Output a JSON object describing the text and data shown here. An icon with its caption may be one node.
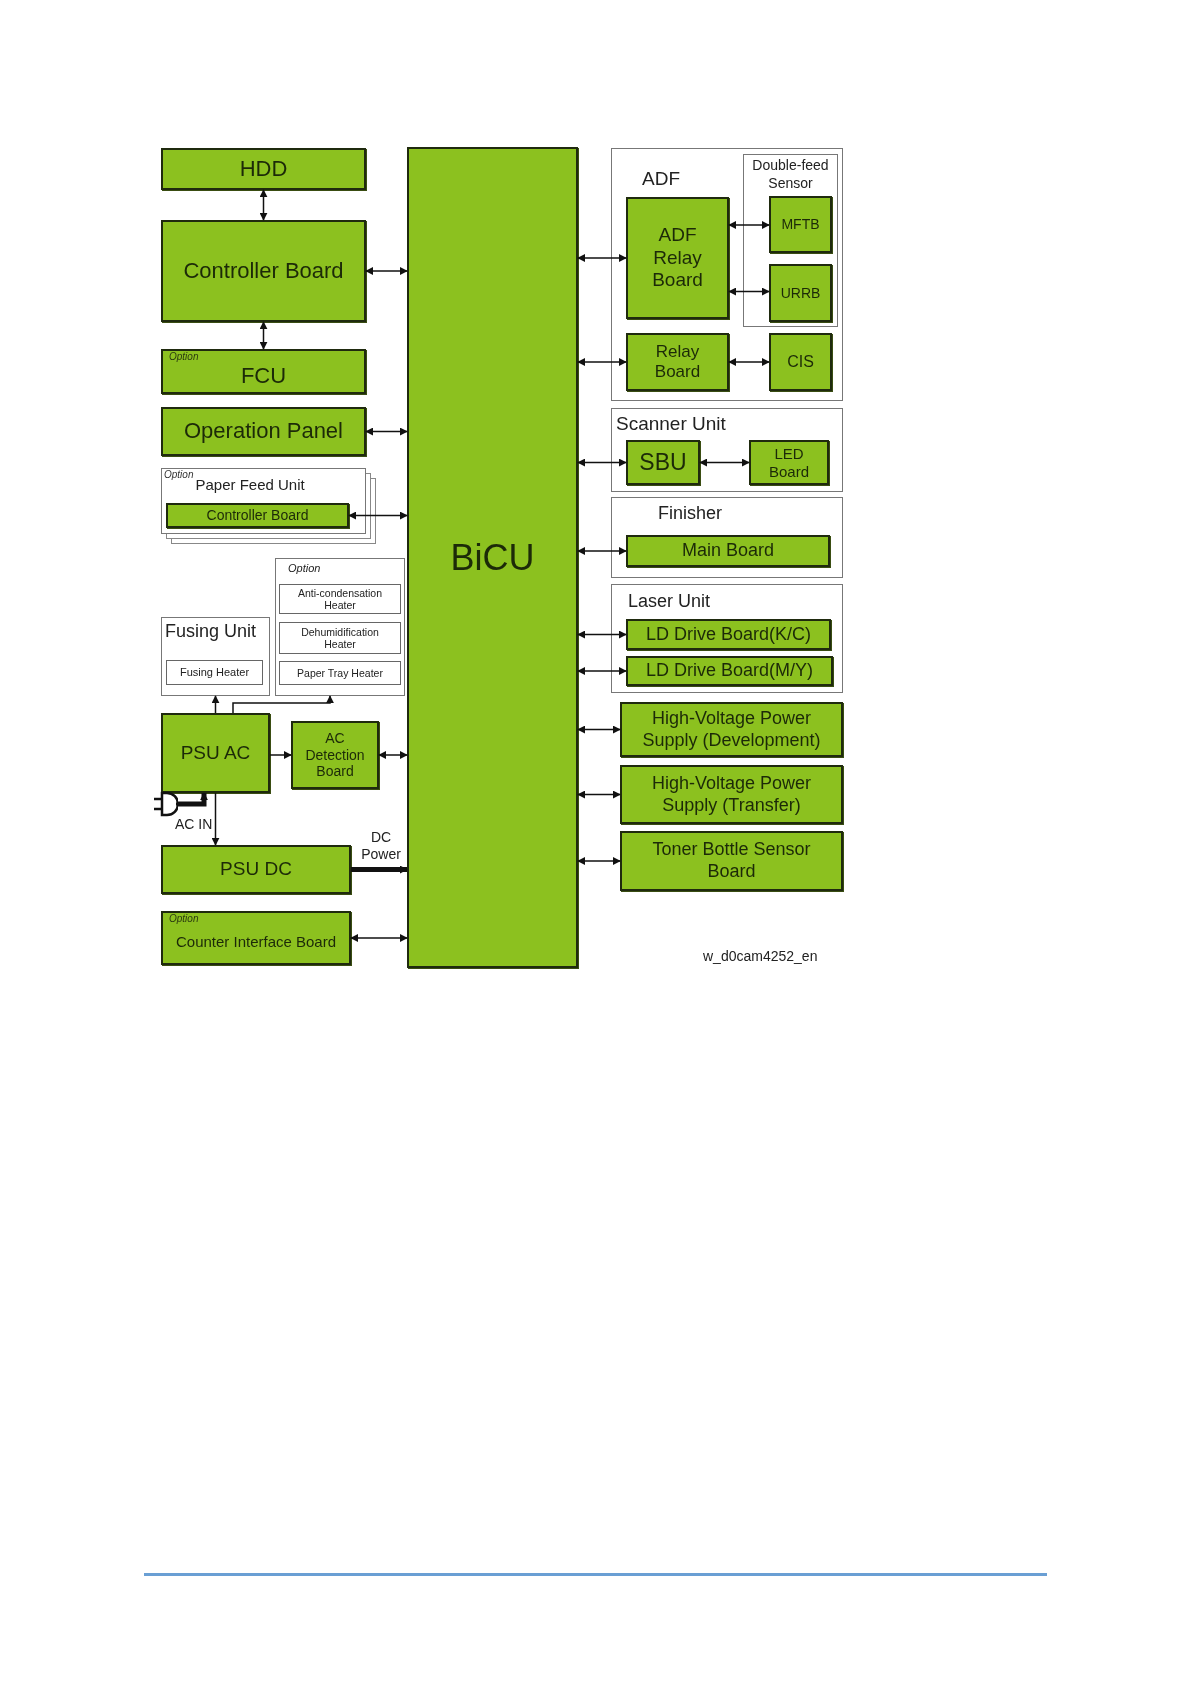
{
  "diagram": {
    "nodes": [
      {
        "text": [
          "HDD"
        ]
      },
      {
        "text": [
          "Controller Board"
        ]
      },
      {
        "text": [
          "Option",
          "FCU"
        ]
      },
      {
        "text": [
          "Operation Panel"
        ]
      },
      {
        "text": [
          "Option",
          "Paper Feed Unit"
        ]
      },
      {
        "text": [
          "Controller Board"
        ],
        "in": 4
      },
      {
        "text": [
          "Option"
        ]
      },
      {
        "text": [
          "Anti-condensation Heater"
        ],
        "in": 6
      },
      {
        "text": [
          "Dehumidification Heater"
        ],
        "in": 6
      },
      {
        "text": [
          "Paper Tray Heater"
        ],
        "in": 6
      },
      {
        "text": [
          "Fusing Unit"
        ]
      },
      {
        "text": [
          "Fusing Heater"
        ],
        "in": 10
      },
      {
        "text": [
          "PSU AC"
        ]
      },
      {
        "text": [
          "AC Detection Board"
        ]
      },
      {
        "text": [],
        "shape": "plug",
        "beside": [
          "AC IN"
        ]
      },
      {
        "text": [
          "PSU DC"
        ]
      },
      {
        "text": [
          "Option",
          "Counter Interface Board"
        ]
      },
      {
        "text": [
          "BiCU"
        ]
      },
      {
        "text": [
          "ADF"
        ]
      },
      {
        "text": [
          "ADF Relay Board"
        ],
        "in": 18
      },
      {
        "text": [
          "Double-feed Sensor"
        ],
        "in": 18
      },
      {
        "text": [
          "MFTB"
        ],
        "in": 20
      },
      {
        "text": [
          "URRB"
        ],
        "in": 20
      },
      {
        "text": [
          "Relay Board"
        ],
        "in": 18
      },
      {
        "text": [
          "CIS"
        ],
        "in": 18
      },
      {
        "text": [
          "Scanner Unit"
        ]
      },
      {
        "text": [
          "SBU"
        ],
        "in": 25
      },
      {
        "text": [
          "LED Board"
        ],
        "in": 25
      },
      {
        "text": [
          "Finisher"
        ]
      },
      {
        "text": [
          "Main Board"
        ],
        "in": 28
      },
      {
        "text": [
          "Laser Unit"
        ]
      },
      {
        "text": [
          "LD Drive Board(K/C)"
        ],
        "in": 30
      },
      {
        "text": [
          "LD Drive Board(M/Y)"
        ],
        "in": 30
      },
      {
        "text": [
          "High-Voltage Power Supply (Development)"
        ]
      },
      {
        "text": [
          "High-Voltage Power Supply (Transfer)"
        ]
      },
      {
        "text": [
          "Toner Bottle Sensor Board"
        ]
      }
    ],
    "edges": [
      {
        "from": 0,
        "to": 1,
        "arrow": "both"
      },
      {
        "from": 1,
        "to": 2,
        "arrow": "both"
      },
      {
        "from": 1,
        "to": 17,
        "arrow": "both"
      },
      {
        "from": 3,
        "to": 17,
        "arrow": "both"
      },
      {
        "from": 5,
        "to": 17,
        "arrow": "both"
      },
      {
        "from": 12,
        "to": 10,
        "arrow": "to"
      },
      {
        "from": 12,
        "to": 6,
        "arrow": "to"
      },
      {
        "from": 12,
        "to": 13,
        "arrow": "to"
      },
      {
        "from": 13,
        "to": 17,
        "arrow": "both"
      },
      {
        "from": 14,
        "to": 12,
        "arrow": "to",
        "style": "thick"
      },
      {
        "from": 12,
        "to": 15,
        "arrow": "to"
      },
      {
        "from": 15,
        "to": 17,
        "arrow": "to",
        "label": "DC Power",
        "style": "thick"
      },
      {
        "from": 16,
        "to": 17,
        "arrow": "both"
      },
      {
        "from": 17,
        "to": 19,
        "arrow": "both"
      },
      {
        "from": 19,
        "to": 21,
        "arrow": "both"
      },
      {
        "from": 19,
        "to": 22,
        "arrow": "both"
      },
      {
        "from": 17,
        "to": 23,
        "arrow": "both"
      },
      {
        "from": 23,
        "to": 24,
        "arrow": "both"
      },
      {
        "from": 17,
        "to": 26,
        "arrow": "both"
      },
      {
        "from": 26,
        "to": 27,
        "arrow": "both"
      },
      {
        "from": 17,
        "to": 29,
        "arrow": "both"
      },
      {
        "from": 17,
        "to": 31,
        "arrow": "both"
      },
      {
        "from": 17,
        "to": 32,
        "arrow": "both"
      },
      {
        "from": 17,
        "to": 33,
        "arrow": "both"
      },
      {
        "from": 17,
        "to": 34,
        "arrow": "both"
      },
      {
        "from": 17,
        "to": 35,
        "arrow": "both"
      }
    ],
    "labels": [
      "w_d0cam4252_en"
    ]
  }
}
